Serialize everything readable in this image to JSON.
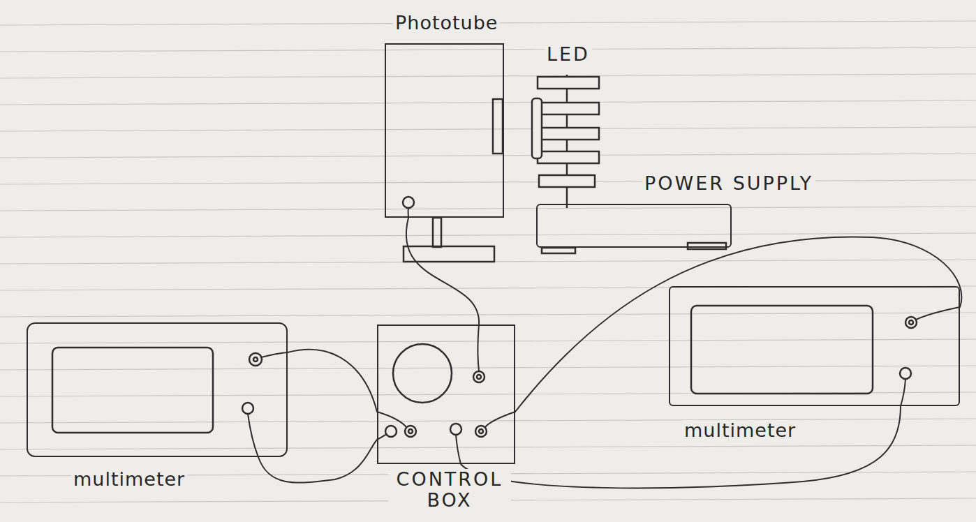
{
  "diagram": {
    "nodes": [
      {
        "text": [
          "Phototube"
        ]
      },
      {
        "text": [
          "LED"
        ]
      },
      {
        "text": [
          "POWER SUPPLY"
        ]
      },
      {
        "text": [
          "multimeter"
        ]
      },
      {
        "text": [
          "CONTROL BOX"
        ]
      },
      {
        "text": [
          "multimeter"
        ]
      }
    ],
    "edges": [
      {
        "from": 0,
        "to": 4,
        "arrow": "none"
      },
      {
        "from": 3,
        "to": 4,
        "arrow": "none"
      },
      {
        "from": 3,
        "to": 4,
        "arrow": "none"
      },
      {
        "from": 4,
        "to": 5,
        "arrow": "none"
      },
      {
        "from": 4,
        "to": 5,
        "arrow": "none"
      }
    ]
  }
}
